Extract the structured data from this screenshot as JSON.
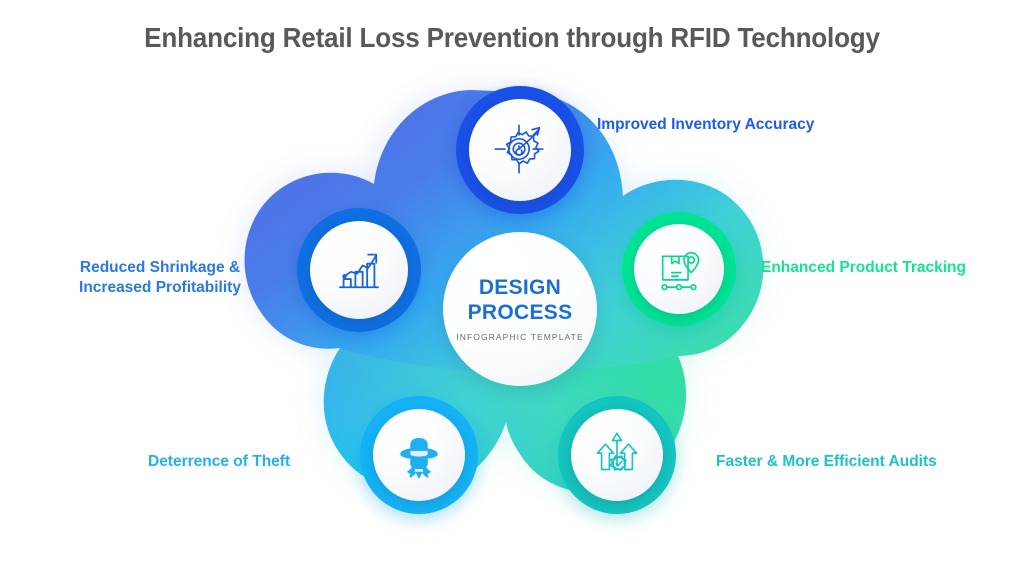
{
  "title": "Enhancing Retail Loss Prevention through RFID Technology",
  "center": {
    "line1": "DESIGN",
    "line2": "PROCESS",
    "subtitle": "INFOGRAPHIC TEMPLATE",
    "text_color": "#1a6fd6",
    "subtitle_color": "#6a6c70"
  },
  "colors": {
    "title": "#59595b",
    "background": "#ffffff",
    "blob_blue": "#4a74e6",
    "blob_cyan": "#29b5f5",
    "blob_teal": "#3fd8c4",
    "blob_green": "#2fe0a8"
  },
  "nodes": [
    {
      "id": "top",
      "label": "Improved Inventory Accuracy",
      "icon": "target-gear-arrow-icon",
      "ring_color": "#1950e6",
      "label_color": "#1f5ce8",
      "position": "top"
    },
    {
      "id": "right",
      "label": "Enhanced Product Tracking",
      "icon": "package-tracking-pin-icon",
      "ring_color": "#00e394",
      "label_color": "#13e496",
      "position": "right"
    },
    {
      "id": "bottomright",
      "label": "Faster & More Efficient Audits",
      "icon": "gear-check-arrows-up-icon",
      "ring_color": "#14c4be",
      "label_color": "#1cc3c6",
      "position": "bottom-right"
    },
    {
      "id": "bottomleft",
      "label": "Deterrence of Theft",
      "icon": "thief-hat-mask-icon",
      "ring_color": "#14b2f5",
      "label_color": "#23b0f2",
      "position": "bottom-left"
    },
    {
      "id": "left",
      "label_line1": "Reduced Shrinkage &",
      "label_line2": "Increased Profitability",
      "icon": "bar-chart-growth-arrow-icon",
      "ring_color": "#0f6fe0",
      "label_color": "#2a79de",
      "position": "left"
    }
  ]
}
